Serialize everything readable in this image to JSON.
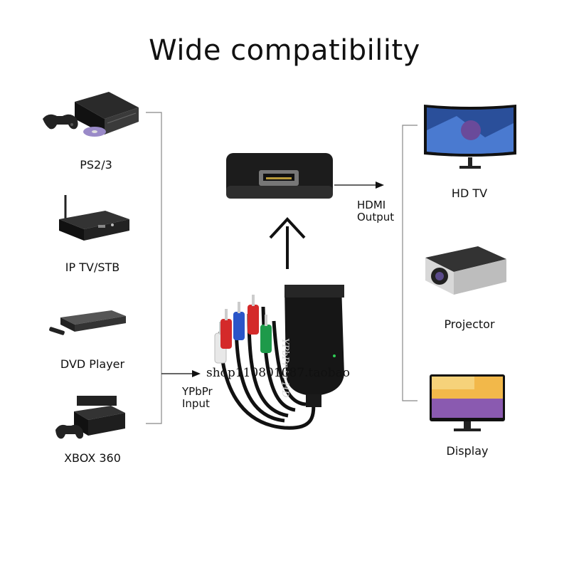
{
  "title": "Wide compatibility",
  "inputs": [
    {
      "label": "PS2/3",
      "icon": "game-console-icon"
    },
    {
      "label": "IP TV/STB",
      "icon": "set-top-box-icon"
    },
    {
      "label": "DVD Player",
      "icon": "dvd-player-icon"
    },
    {
      "label": "XBOX 360",
      "icon": "xbox-console-icon"
    }
  ],
  "outputs": [
    {
      "label": "HD TV",
      "icon": "tv-icon"
    },
    {
      "label": "Projector",
      "icon": "projector-icon"
    },
    {
      "label": "Display",
      "icon": "monitor-icon"
    }
  ],
  "input_label": {
    "line1": "YPbPr",
    "line2": "Input"
  },
  "output_label": {
    "line1": "HDMI",
    "line2": "Output"
  },
  "converter_text": "YPbPr to HD",
  "watermark": "shop110801087.taobao",
  "colors": {
    "cable_red": "#d42a2a",
    "cable_green": "#1e9a4a",
    "cable_blue": "#2a55c8",
    "device_black": "#1a1a1a"
  }
}
